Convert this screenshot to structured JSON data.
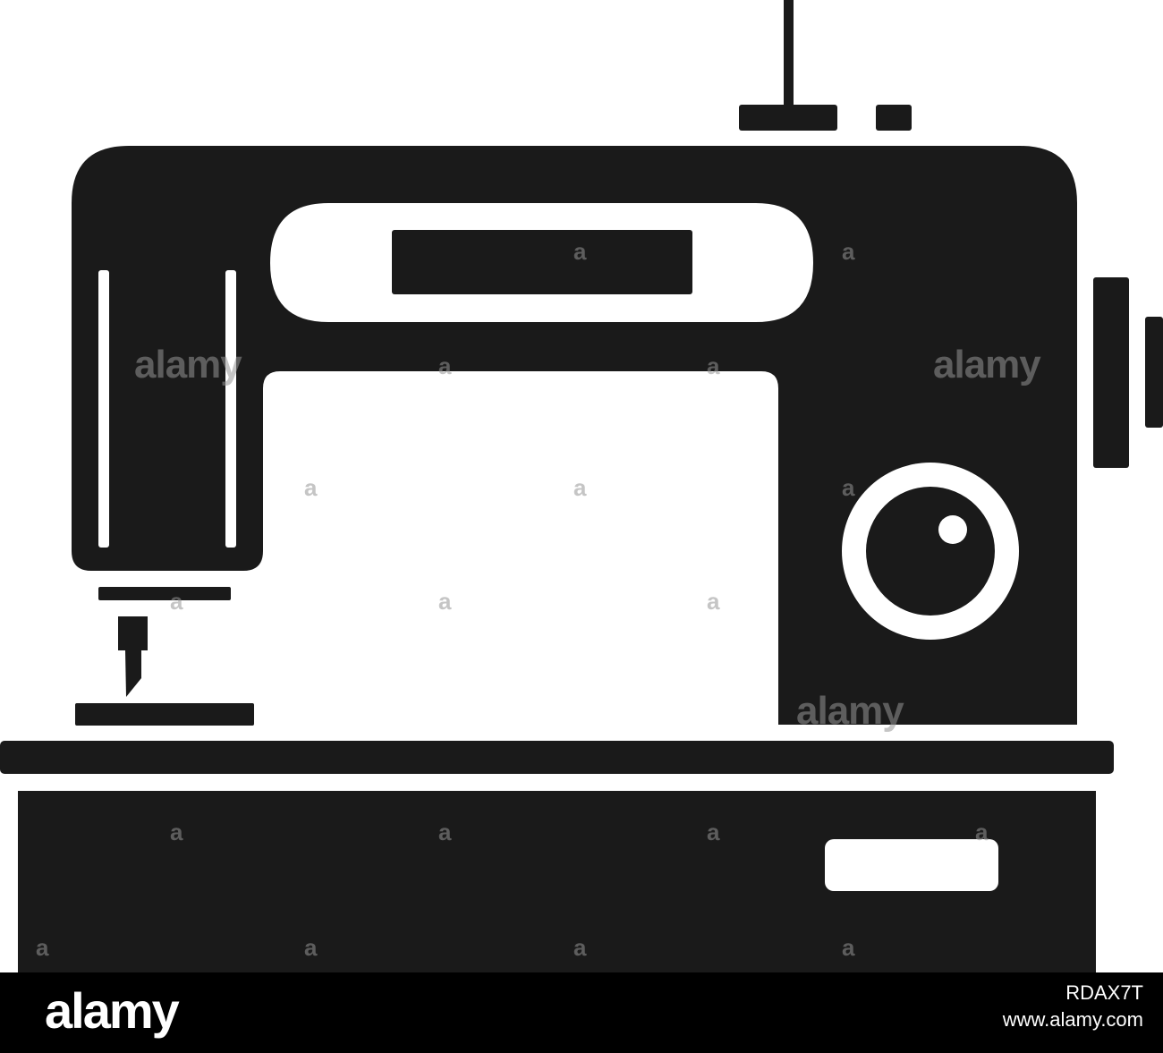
{
  "colors": {
    "ink": "#1a1a1a",
    "background": "#ffffff",
    "bar": "#000000",
    "bar_text": "#ffffff"
  },
  "icon": "sewing-machine-icon",
  "watermark": {
    "text": "alamy",
    "mark": "a"
  },
  "footer": {
    "logo": "alamy",
    "image_id": "RDAX7T",
    "site": "www.alamy.com"
  }
}
